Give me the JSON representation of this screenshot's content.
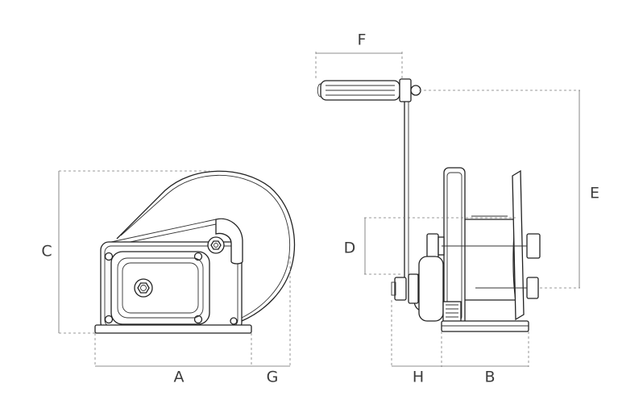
{
  "dimension_labels": {
    "A": "A",
    "G": "G",
    "C": "C",
    "F": "F",
    "E": "E",
    "D": "D",
    "H": "H",
    "B": "B"
  },
  "colors": {
    "line": "#222222",
    "dimension": "#6a6a6a",
    "label": "#3c3c3c",
    "background": "#ffffff"
  }
}
